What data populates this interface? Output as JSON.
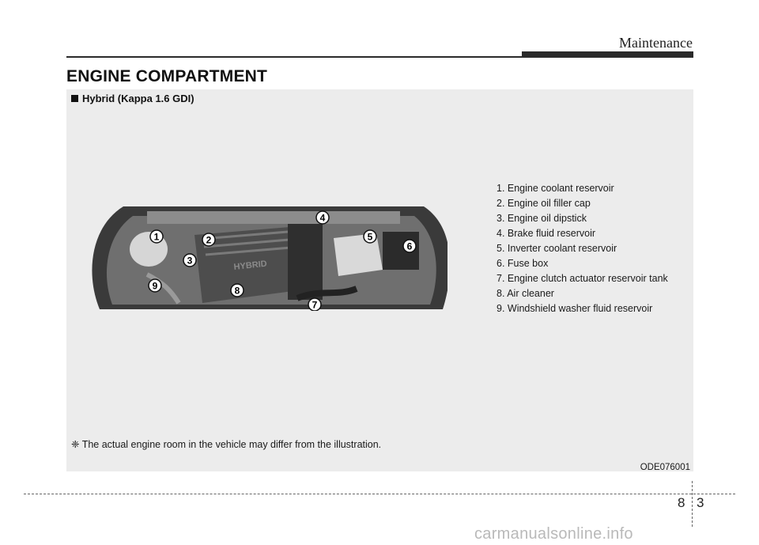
{
  "header": {
    "title": "Maintenance"
  },
  "section": {
    "title": "ENGINE COMPARTMENT"
  },
  "figure": {
    "subtitle": "Hybrid (Kappa 1.6 GDI)",
    "callouts": [
      "1",
      "2",
      "3",
      "4",
      "5",
      "6",
      "7",
      "8",
      "9"
    ],
    "engine_cover_text": "HYBRID",
    "legend": [
      "1. Engine coolant reservoir",
      "2. Engine oil filler cap",
      "3. Engine oil dipstick",
      "4. Brake fluid reservoir",
      "5. Inverter coolant reservoir",
      "6. Fuse box",
      "7. Engine clutch actuator reservoir tank",
      "8. Air cleaner",
      "9. Windshield washer fluid reservoir"
    ],
    "note": "❈ The actual engine room in the vehicle may differ from the illustration.",
    "code": "ODE076001"
  },
  "footer": {
    "chapter": "8",
    "page": "3"
  },
  "watermark": "carmanualsonline.info"
}
